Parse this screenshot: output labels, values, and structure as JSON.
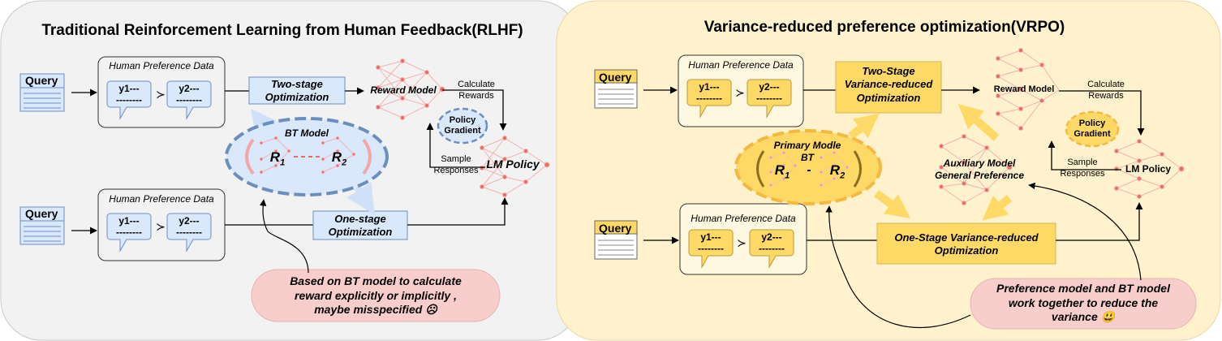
{
  "left_panel": {
    "title": "Traditional Reinforcement Learning from Human Feedback(RLHF)",
    "query_top": "Query",
    "query_bottom": "Query",
    "hp_top": "Human Preference Data",
    "hp_bottom": "Human Preference Data",
    "y1": "y1---",
    "y2": "y2---",
    "dashes": "--------",
    "prec": "≻",
    "two_stage_l1": "Two-stage",
    "two_stage_l2": "Optimization",
    "one_stage_l1": "One-stage",
    "one_stage_l2": "Optimization",
    "reward_model": "Reward Model",
    "calc_l1": "Calculate",
    "calc_l2": "Rewards",
    "policy_l1": "Policy",
    "policy_l2": "Gradient",
    "sample_l1": "Sample",
    "sample_l2": "Responses",
    "lm_policy": "LM Policy",
    "bt_model": "BT Model",
    "r1": "R",
    "r1_sub": "1",
    "r2": "R",
    "r2_sub": "2",
    "note_l1": "Based on BT model to calculate",
    "note_l2": "reward explicitly or implicitly ,",
    "note_l3": "maybe misspecified ☹"
  },
  "right_panel": {
    "title": "Variance-reduced preference optimization(VRPO)",
    "query_top": "Query",
    "query_bottom": "Query",
    "hp_top": "Human Preference Data",
    "hp_bottom": "Human Preference Data",
    "y1": "y1---",
    "y2": "y2---",
    "dashes": "--------",
    "prec": "≻",
    "two_stage_l1": "Two-Stage",
    "two_stage_l2": "Variance-reduced",
    "two_stage_l3": "Optimization",
    "one_stage_l1": "One-Stage Variance-reduced",
    "one_stage_l2": "Optimization",
    "reward_model": "Reward Model",
    "calc_l1": "Calculate",
    "calc_l2": "Rewards",
    "policy_l1": "Policy",
    "policy_l2": "Gradient",
    "sample_l1": "Sample",
    "sample_l2": "Responses",
    "lm_policy": "LM Policy",
    "primary_l1": "Primary Modle",
    "primary_l2": "BT",
    "r1": "R",
    "r1_sub": "1",
    "r2": "R",
    "r2_sub": "2",
    "aux_l1": "Auxiliary Model",
    "aux_l2": "General Preference",
    "note_l1": "Preference model and BT model",
    "note_l2": "work together to reduce the",
    "note_l3": "variance 😃"
  },
  "colors": {
    "left_bg": "#f2f2f2",
    "right_bg": "#fff2cc",
    "blue_fill": "#dae8fc",
    "blue_stroke": "#6c8ebf",
    "yellow_fill": "#ffd966",
    "yellow_stroke": "#d6b656",
    "pink_fill": "#f8cecc",
    "node": "#ea6b66"
  }
}
